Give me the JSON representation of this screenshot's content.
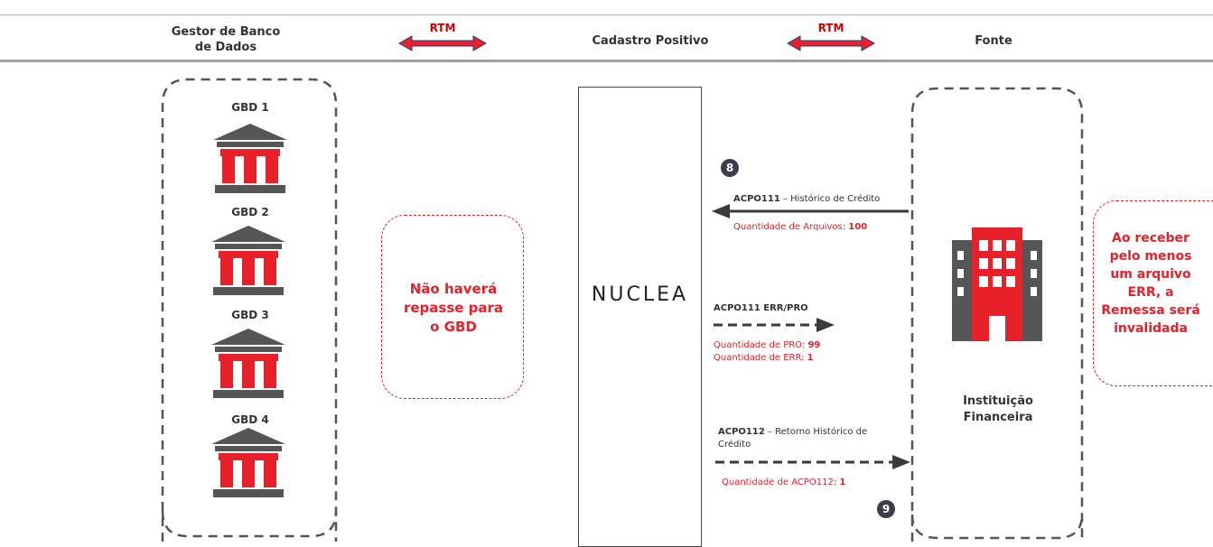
{
  "header": {
    "gestor": "Gestor de Banco de Dados",
    "cadastro": "Cadastro Positivo",
    "fonte": "Fonte",
    "rtm_left": "RTM",
    "rtm_right": "RTM"
  },
  "gbds": [
    "GBD 1",
    "GBD 2",
    "GBD 3",
    "GBD 4"
  ],
  "no_repass_note": "Não haverá repasse para o GBD",
  "nuclea_logo": "NUCLEA",
  "step8": "8",
  "step9": "9",
  "msg1": {
    "code": "ACPO111",
    "text": " – Histórico de Crédito"
  },
  "qty1": {
    "label": "Quantidade de Arquivos: ",
    "value": "100"
  },
  "msg2": {
    "code": "ACPO111 ERR/PRO"
  },
  "qty2a": {
    "label": "Quantidade de PRO: ",
    "value": "99"
  },
  "qty2b": {
    "label": "Quantidade de ERR: ",
    "value": "1"
  },
  "msg3": {
    "code": "ACPO112",
    "text": " – Retorno Histórico de Crédito"
  },
  "qty3": {
    "label": "Quantidade de ACPO112: ",
    "value": "1"
  },
  "instituicao": "Instituição Financeira",
  "remessa_note": "Ao receber pelo menos um arquivo ERR, a Remessa será invalidada",
  "colors": {
    "accent_red": "#e8202a",
    "dark": "#3a3f4b",
    "building_red": "#e8202a",
    "building_grey": "#555555"
  }
}
